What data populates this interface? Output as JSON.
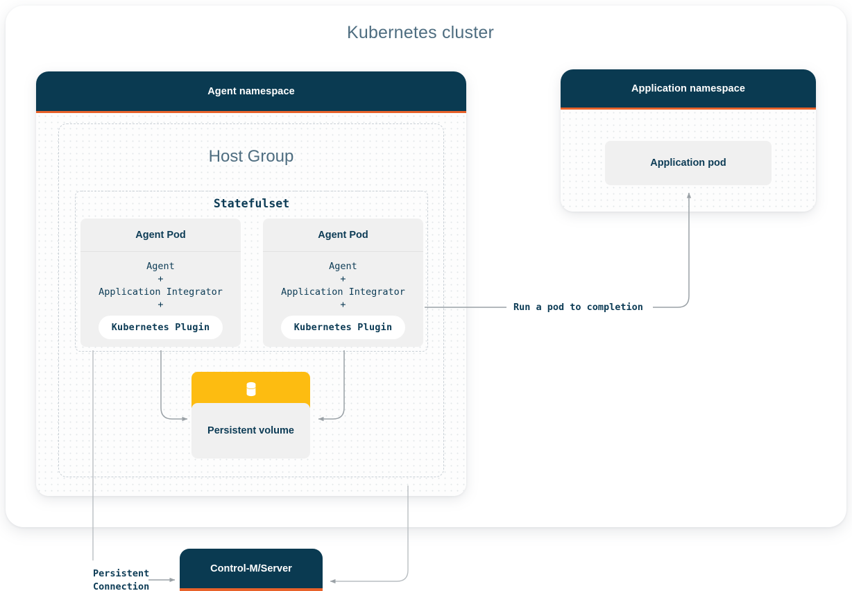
{
  "diagram": {
    "title": "Kubernetes cluster",
    "accent_navy": "#0a3a51",
    "accent_orange": "#e8622a",
    "accent_yellow": "#fdbc11",
    "muted_title_color": "#4e6d80",
    "panel_gray": "#f0f0f0"
  },
  "agent_namespace": {
    "header": "Agent namespace",
    "host_group": {
      "title": "Host Group",
      "statefulset": {
        "title": "Statefulset",
        "pods": [
          {
            "title": "Agent Pod",
            "lines": [
              "Agent",
              "+",
              "Application Integrator",
              "+"
            ],
            "plugin": "Kubernetes Plugin"
          },
          {
            "title": "Agent Pod",
            "lines": [
              "Agent",
              "+",
              "Application Integrator",
              "+"
            ],
            "plugin": "Kubernetes Plugin"
          }
        ]
      },
      "persistent_volume": {
        "label": "Persistent volume",
        "icon": "database-cylinder-icon"
      }
    }
  },
  "application_namespace": {
    "header": "Application namespace",
    "pod": {
      "label": "Application pod"
    }
  },
  "control_m": {
    "label": "Control-M/Server"
  },
  "annotations": {
    "run_pod": "Run a pod to completion",
    "persistent_connection": "Persistent\nConnection"
  }
}
